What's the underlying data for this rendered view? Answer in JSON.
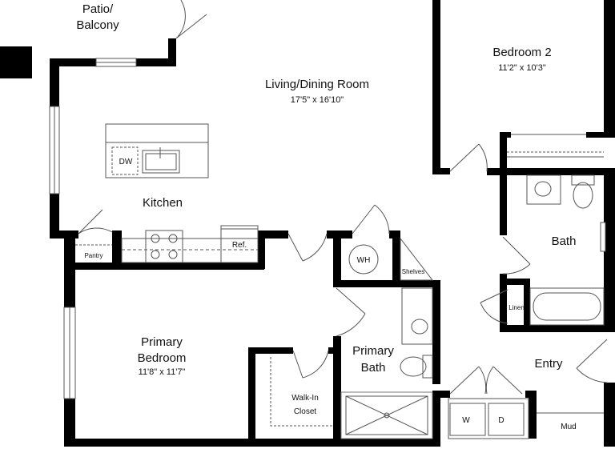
{
  "rooms": {
    "patio": {
      "line1": "Patio/",
      "line2": "Balcony"
    },
    "living": {
      "name": "Living/Dining Room",
      "dims": "17'5\" x 16'10\""
    },
    "bedroom2": {
      "name": "Bedroom 2",
      "dims": "11'2\" x 10'3\""
    },
    "kitchen": {
      "name": "Kitchen"
    },
    "bath": {
      "name": "Bath"
    },
    "primary_bedroom": {
      "line1": "Primary",
      "line2": "Bedroom",
      "dims": "11'8\" x 11'7\""
    },
    "primary_bath": {
      "line1": "Primary",
      "line2": "Bath"
    },
    "walk_in_closet": {
      "line1": "Walk-In",
      "line2": "Closet"
    },
    "entry": {
      "name": "Entry"
    },
    "mud": {
      "name": "Mud"
    }
  },
  "fixtures": {
    "dishwasher": "DW",
    "pantry": "Pantry",
    "refrigerator": "Ref.",
    "water_heater": "WH",
    "shelves": "Shelves",
    "linen": "Linen",
    "washer": "W",
    "dryer": "D"
  }
}
